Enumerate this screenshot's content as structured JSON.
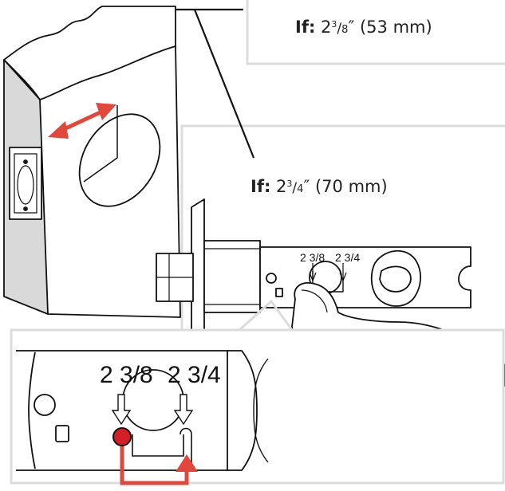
{
  "callouts": {
    "top": {
      "label": "If:",
      "whole": "2",
      "num": "3",
      "den": "8",
      "inch": "″",
      "metric": "(53 mm)"
    },
    "middle": {
      "label": "If:",
      "whole": "2",
      "num": "3",
      "den": "4",
      "inch": "″",
      "metric": "(70 mm)"
    }
  },
  "latch_marks": {
    "small": {
      "left": "2 3/8",
      "right": "2 3/4"
    },
    "zoom": {
      "left": "2 3/8",
      "right": "2 3/4"
    }
  },
  "colors": {
    "accent_red": "#e2473b",
    "pin_red": "#d41f26",
    "panel_grey": "#dcdcdc",
    "line": "#111111"
  },
  "icons": {
    "backset_arrow": "double-headed-arrow-icon",
    "adjust_arrow": "up-arrow-icon"
  }
}
